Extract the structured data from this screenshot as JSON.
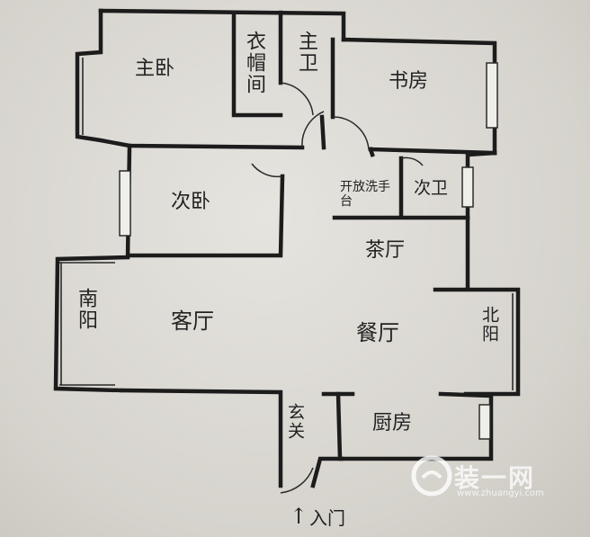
{
  "rooms": {
    "master_bedroom": "主卧",
    "closet": "衣帽间",
    "master_bath": "主卫",
    "study": "书房",
    "second_bedroom": "次卧",
    "open_sink": "开放洗手台",
    "second_bath": "次卫",
    "tea_room": "茶厅",
    "south_balcony": "南阳",
    "living_room": "客厅",
    "dining_room": "餐厅",
    "north_balcony": "北阳",
    "foyer": "玄关",
    "kitchen": "厨房"
  },
  "entrance": {
    "arrow": "↑",
    "label": "入门"
  },
  "watermark": {
    "brand": "装一网",
    "url": "www.zhuangyi.com"
  }
}
